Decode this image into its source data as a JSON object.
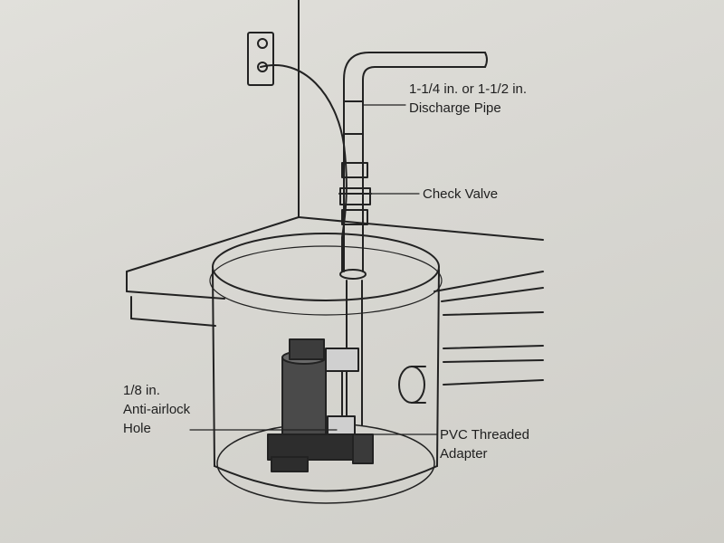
{
  "labels": {
    "discharge_pipe": {
      "line1": "1-1/4 in. or 1-1/2 in.",
      "line2": "Discharge Pipe"
    },
    "check_valve": {
      "line1": "Check Valve"
    },
    "anti_airlock": {
      "line1": "1/8 in.",
      "line2": "Anti-airlock",
      "line3": "Hole"
    },
    "threaded_adapter": {
      "line1": "PVC Threaded",
      "line2": "Adapter"
    }
  },
  "colors": {
    "paper": "#dcdbd6",
    "ink": "#1f1f1f",
    "pump_body": "#4a4a4a"
  },
  "icons": [
    "electrical-outlet-icon"
  ]
}
